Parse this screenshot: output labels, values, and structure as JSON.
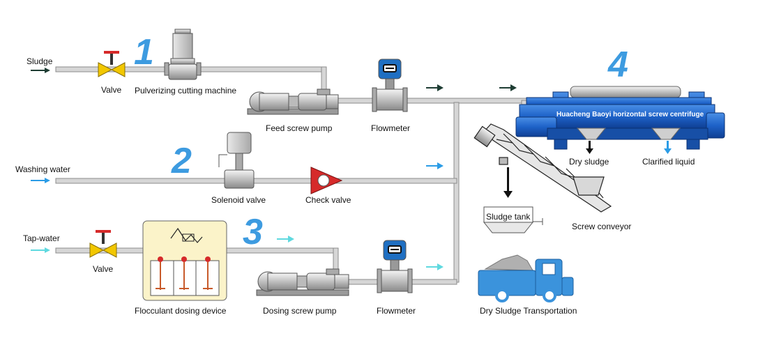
{
  "steps": {
    "one": "1",
    "two": "2",
    "three": "3",
    "four": "4"
  },
  "inputs": {
    "sludge": "Sludge",
    "washing_water": "Washing water",
    "tap_water": "Tap-water"
  },
  "equipment": {
    "valve_top": "Valve",
    "pulverizer": "Pulverizing cutting machine",
    "feed_pump": "Feed screw pump",
    "flowmeter_top": "Flowmeter",
    "solenoid_valve": "Solenoid valve",
    "check_valve": "Check valve",
    "valve_bottom": "Valve",
    "flocculant_device": "Flocculant dosing device",
    "dosing_pump": "Dosing screw pump",
    "flowmeter_bottom": "Flowmeter",
    "centrifuge": "Huacheng Baoyi horizontal screw centrifuge",
    "dry_sludge": "Dry sludge",
    "clarified_liquid": "Clarified liquid",
    "sludge_tank": "Sludge tank",
    "screw_conveyor": "Screw conveyor",
    "transport": "Dry Sludge Transportation"
  },
  "colors": {
    "pipe": "#d6d6d6",
    "pipe_edge": "#8c8c8c",
    "step_number": "#3d9be0",
    "valve_body": "#f2c700",
    "valve_handle": "#d62a2a",
    "check_valve": "#d62a2a",
    "centrifuge_body": "#1e62c8",
    "truck": "#3b93dc",
    "dosing_box": "#fbf3c9",
    "flowmeter_head": "#1f6fc2",
    "arrow_dark": "#1e3d33",
    "arrow_blue": "#2b9ce6",
    "arrow_cyan": "#5fd9df"
  }
}
